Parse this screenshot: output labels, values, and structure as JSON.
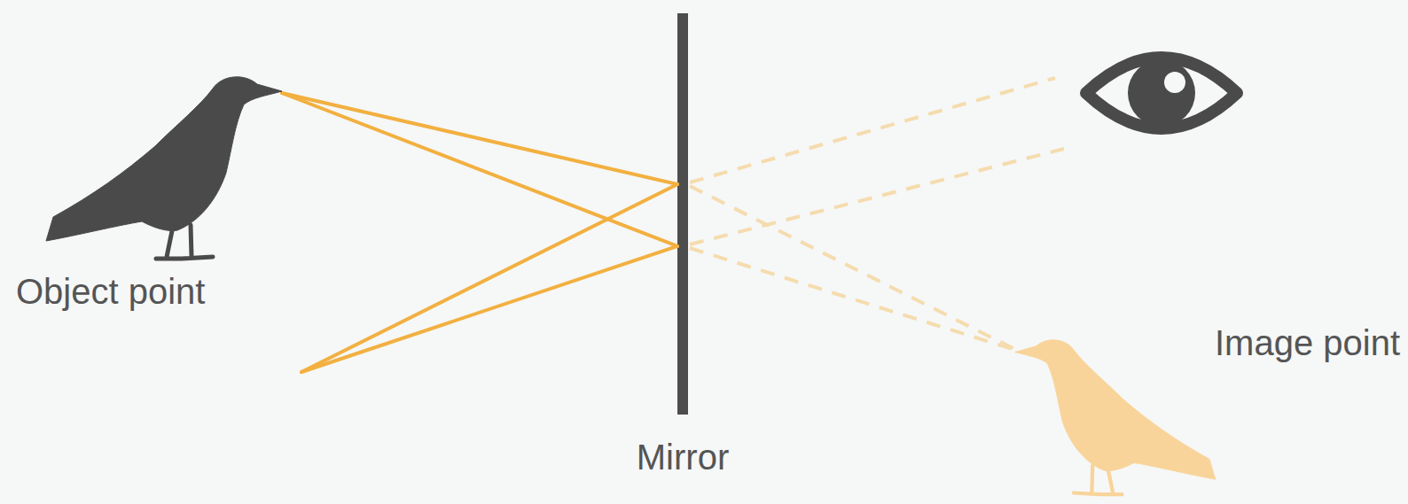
{
  "diagram": {
    "labels": [
      "Object point",
      "Mirror",
      "Image point"
    ]
  }
}
